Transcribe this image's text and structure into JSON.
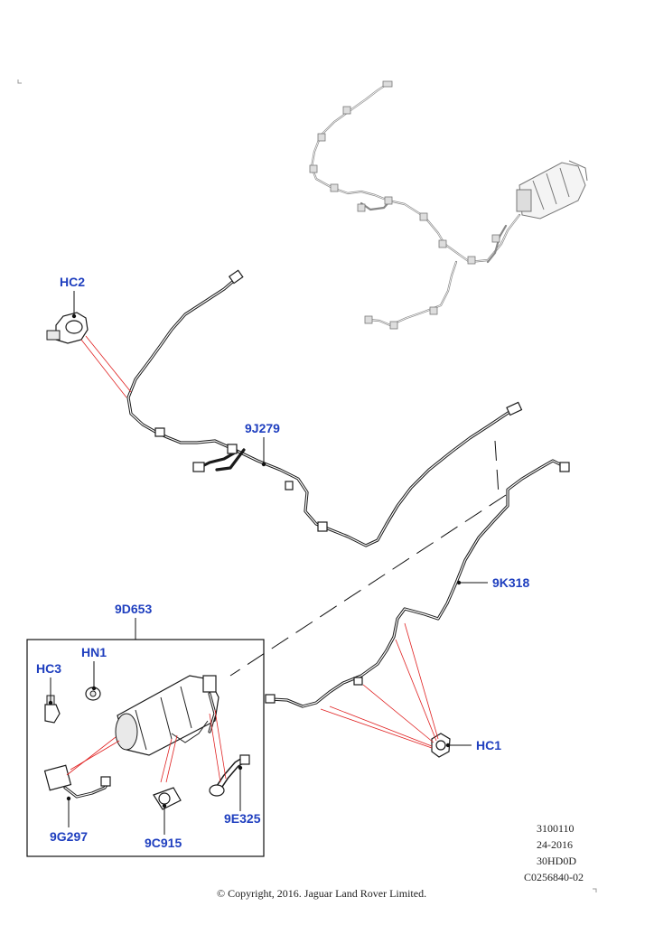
{
  "callouts": {
    "hc2": "HC2",
    "9j279": "9J279",
    "9k318": "9K318",
    "9d653": "9D653",
    "hn1": "HN1",
    "hc3": "HC3",
    "hc1": "HC1",
    "9g297": "9G297",
    "9c915": "9C915",
    "9e325": "9E325"
  },
  "reference": {
    "line1": "3100110",
    "line2": "24-2016",
    "line3": "30HD0D",
    "line4": "C0256840-02"
  },
  "copyright": "© Copyright, 2016. Jaguar Land Rover Limited.",
  "colors": {
    "callout_text": "#1f3fbf",
    "leader_red": "#e02020",
    "line_art": "#1a1a1a",
    "overview_grey": "#888888"
  }
}
